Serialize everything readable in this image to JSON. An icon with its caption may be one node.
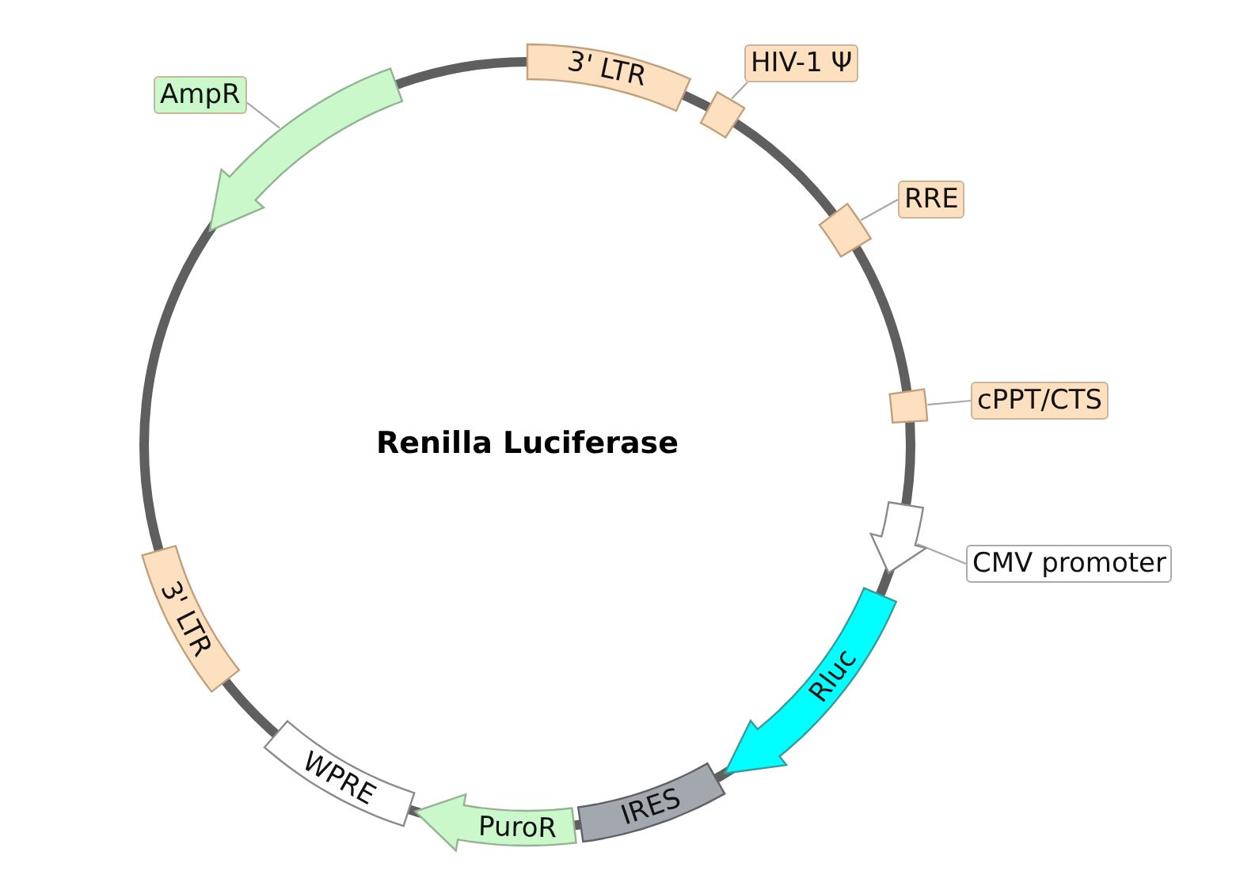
{
  "diagram": {
    "title": "Renilla Luciferase",
    "nodes": [
      {
        "text": [
          "AmpR"
        ]
      },
      {
        "text": [],
        "shape": "arrow"
      },
      {
        "text": [
          "3' LTR"
        ]
      },
      {
        "text": [],
        "shape": "box"
      },
      {
        "text": [
          "HIV-1 Ψ"
        ]
      },
      {
        "text": [],
        "shape": "box"
      },
      {
        "text": [
          "RRE"
        ]
      },
      {
        "text": [],
        "shape": "box"
      },
      {
        "text": [
          "cPPT/CTS"
        ]
      },
      {
        "text": [],
        "shape": "arrow"
      },
      {
        "text": [
          "CMV promoter"
        ]
      },
      {
        "text": [
          "Rluc"
        ]
      },
      {
        "text": [
          "IRES"
        ]
      },
      {
        "text": [
          "PuroR"
        ]
      },
      {
        "text": [
          "WPRE"
        ]
      },
      {
        "text": [
          "3' LTR"
        ]
      }
    ],
    "edges": [
      {
        "from": 0,
        "to": 1,
        "arrow": "none"
      },
      {
        "from": 4,
        "to": 3,
        "arrow": "none"
      },
      {
        "from": 6,
        "to": 5,
        "arrow": "none"
      },
      {
        "from": 8,
        "to": 7,
        "arrow": "none"
      },
      {
        "from": 10,
        "to": 9,
        "arrow": "none"
      }
    ]
  }
}
